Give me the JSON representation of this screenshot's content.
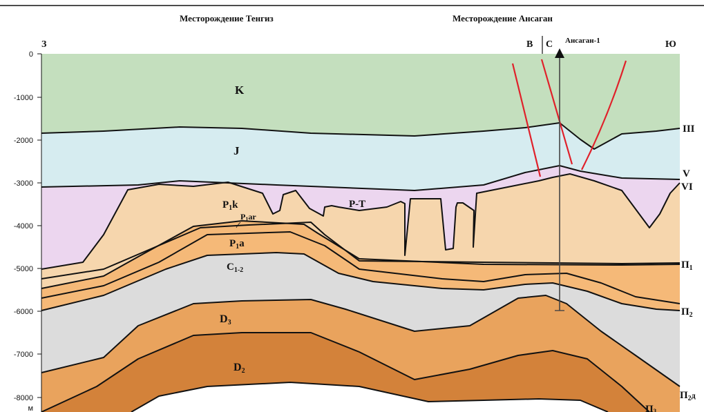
{
  "fields": {
    "tengiz": "Месторождение Тенгиз",
    "ansagan": "Месторождение Ансаган"
  },
  "directions": {
    "west": "З",
    "east": "В",
    "north": "С",
    "southeast": "Ю"
  },
  "well": {
    "name": "Ансаган-1"
  },
  "depth_axis": {
    "ticks": [
      "0",
      "-1000",
      "-2000",
      "-3000",
      "-4000",
      "-5000",
      "-6000",
      "-7000",
      "-8000"
    ],
    "bottom_mark": "м"
  },
  "units": {
    "K": "K",
    "J": "J",
    "P1k_main": "P",
    "P1k_sub": "1",
    "P1k_suffix": "k",
    "P1ar_main": "P",
    "P1ar_sub": "1",
    "P1ar_suffix": "ar",
    "PT": "P-T",
    "P1a_main": "P",
    "P1a_sub": "1",
    "P1a_suffix": "a",
    "C12_main": "C",
    "C12_sub": "1-2",
    "D3_main": "D",
    "D3_sub": "3",
    "D2_main": "D",
    "D2_sub": "2"
  },
  "horizons": {
    "III": "III",
    "V": "V",
    "VI": "VI",
    "P1_main": "П",
    "P1_sub": "1",
    "P2_main": "П",
    "P2_sub": "2",
    "P2d_main": "П",
    "P2d_sub": "2",
    "P2d_suffix": "д",
    "P3_main": "П",
    "P3_sub": "3"
  },
  "colors": {
    "K": "#c4dfbe",
    "J": "#d6ecf0",
    "PT": "#ecd6ef",
    "P1k": "#f6d6ad",
    "P1a": "#f5b978",
    "C12": "#dcdcdc",
    "D3": "#e9a35d",
    "D2": "#d3823a",
    "fault": "#e0202a"
  }
}
